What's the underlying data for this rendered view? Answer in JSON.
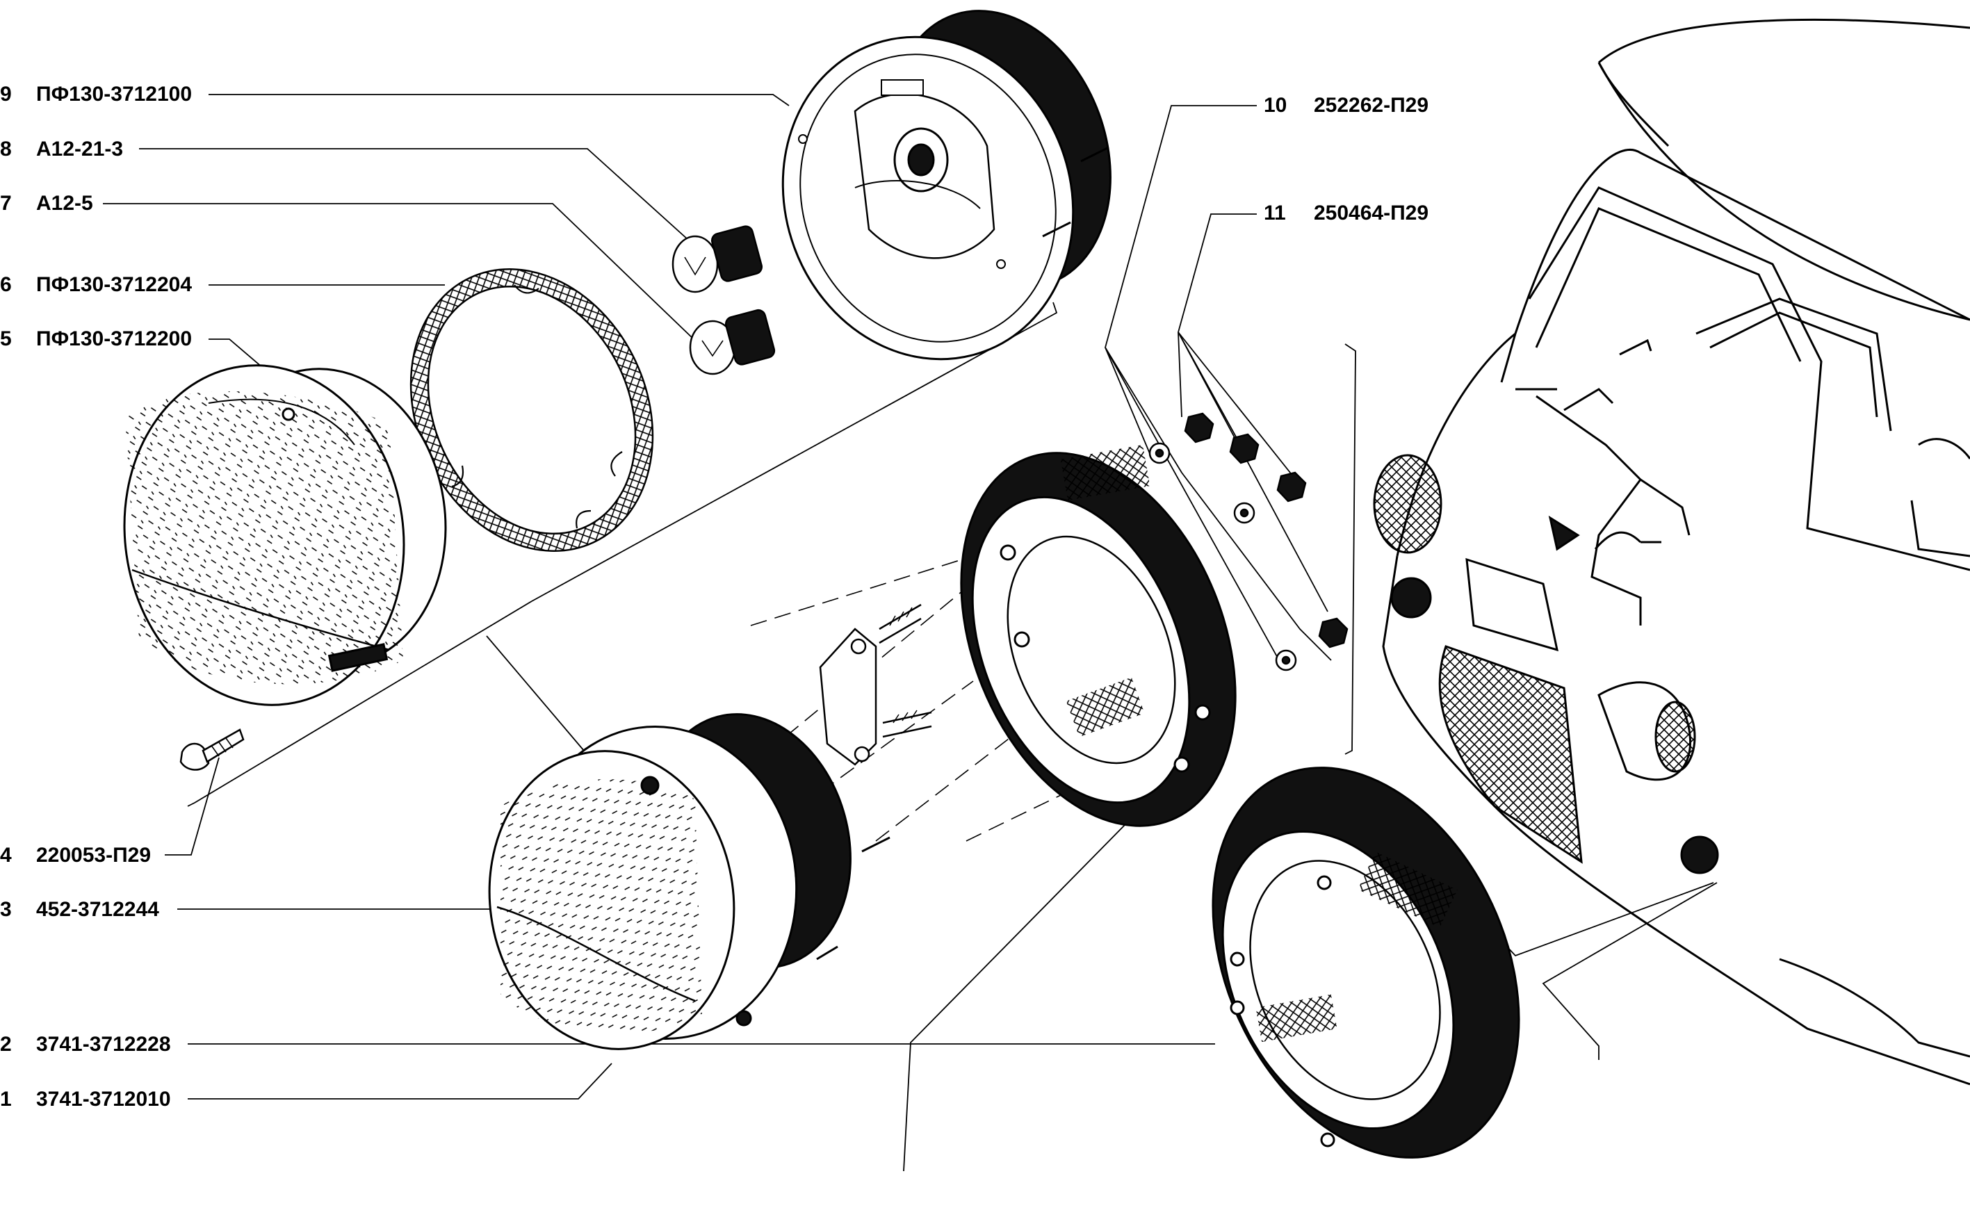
{
  "callouts": [
    {
      "num": "9",
      "code": "ПФ130-3712100"
    },
    {
      "num": "8",
      "code": "А12-21-3"
    },
    {
      "num": "7",
      "code": "А12-5"
    },
    {
      "num": "6",
      "code": "ПФ130-3712204"
    },
    {
      "num": "5",
      "code": "ПФ130-3712200"
    },
    {
      "num": "4",
      "code": "220053-П29"
    },
    {
      "num": "3",
      "code": "452-3712244"
    },
    {
      "num": "2",
      "code": "3741-3712228"
    },
    {
      "num": "1",
      "code": "3741-3712010"
    },
    {
      "num": "10",
      "code": "252262-П29"
    },
    {
      "num": "11",
      "code": "250464-П29"
    }
  ],
  "colors": {
    "line": "#000000",
    "fill_dark": "#111111",
    "background": "#ffffff"
  }
}
